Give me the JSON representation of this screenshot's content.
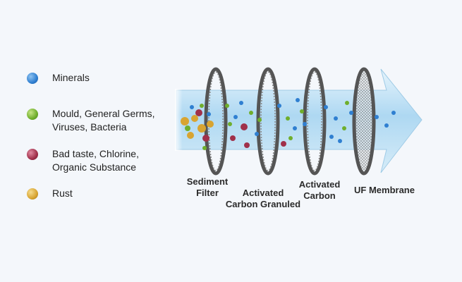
{
  "colors": {
    "minerals": "#2f7fd1",
    "germs": "#6fae2c",
    "chlorine": "#a0304a",
    "rust": "#d8a431",
    "tube": "#bfe0f5",
    "ring": "#555555"
  },
  "legend": [
    {
      "key": "minerals",
      "lines": [
        "Minerals"
      ]
    },
    {
      "key": "germs",
      "lines": [
        "Mould, General Germs,",
        "Viruses, Bacteria"
      ]
    },
    {
      "key": "chlorine",
      "lines": [
        "Bad taste, Chlorine,",
        "Organic Substance"
      ]
    },
    {
      "key": "rust",
      "lines": [
        "Rust"
      ]
    }
  ],
  "stages": [
    {
      "lines": [
        "Sediment",
        "Filter"
      ]
    },
    {
      "lines": [
        "Activated",
        "Carbon Granuled"
      ]
    },
    {
      "lines": [
        "Activated",
        "Carbon"
      ]
    },
    {
      "lines": [
        "UF Membrane"
      ]
    }
  ]
}
